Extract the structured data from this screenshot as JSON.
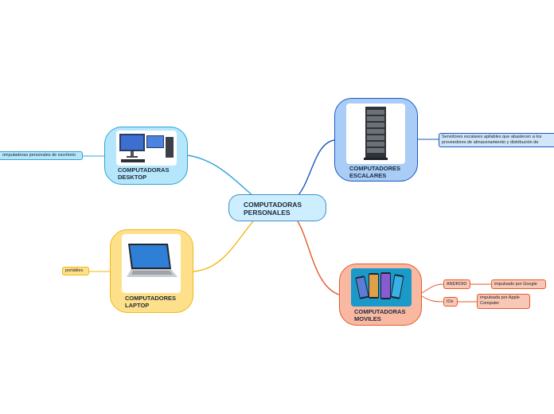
{
  "central": {
    "title": "COMPUTADORAS\nPERSONALES"
  },
  "nodes": {
    "escalares": {
      "title": "COMPUTADORES\nESCALARES",
      "note": "Servidores escalares apilables que abastecen a los proveedores de almacenamiento y distribución de"
    },
    "desktop": {
      "title": "COMPUTADORAS\nDESKTOP",
      "note": "omputadoras personales de escritorio"
    },
    "laptop": {
      "title": "COMPUTADORES\nLAPTOP",
      "note": "portátiles"
    },
    "moviles": {
      "title": "COMPUTADORAS\nMOVILES",
      "children": [
        {
          "label": "ANDROID",
          "detail": "impulsado por Google"
        },
        {
          "label": "IOs",
          "detail": "impulsada por Apple Computer"
        }
      ]
    }
  },
  "colors": {
    "escalares": "#1c57c2",
    "desktop": "#2aa4d8",
    "laptop": "#f2b818",
    "moviles": "#e35a2a"
  }
}
